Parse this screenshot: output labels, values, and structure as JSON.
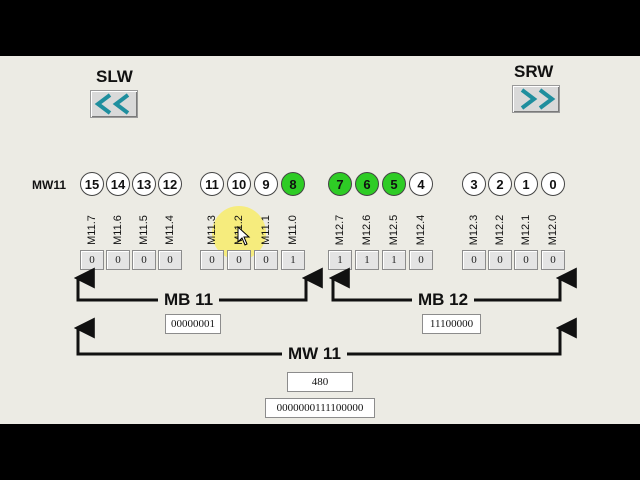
{
  "header": {
    "slw_label": "SLW",
    "srw_label": "SRW"
  },
  "row_label": "MW11",
  "colors": {
    "bit_on": "#2ecc25",
    "bit_off": "#ffffff",
    "panel": "#ecebe4",
    "arrow_icon": "#1f8e9e"
  },
  "icons": {
    "slw": "double-chevron-left-icon",
    "srw": "double-chevron-right-icon"
  },
  "bits": {
    "circles": [
      {
        "num": "15",
        "on": false
      },
      {
        "num": "14",
        "on": false
      },
      {
        "num": "13",
        "on": false
      },
      {
        "num": "12",
        "on": false
      },
      {
        "num": "11",
        "on": false
      },
      {
        "num": "10",
        "on": false
      },
      {
        "num": "9",
        "on": false
      },
      {
        "num": "8",
        "on": true
      },
      {
        "num": "7",
        "on": true
      },
      {
        "num": "6",
        "on": true
      },
      {
        "num": "5",
        "on": true
      },
      {
        "num": "4",
        "on": false
      },
      {
        "num": "3",
        "on": false
      },
      {
        "num": "2",
        "on": false
      },
      {
        "num": "1",
        "on": false
      },
      {
        "num": "0",
        "on": false
      }
    ],
    "addresses": [
      "M11.7",
      "M11.6",
      "M11.5",
      "M11.4",
      "M11.3",
      "M11.2",
      "M11.1",
      "M11.0",
      "M12.7",
      "M12.6",
      "M12.5",
      "M12.4",
      "M12.3",
      "M12.2",
      "M12.1",
      "M12.0"
    ],
    "values": [
      "0",
      "0",
      "0",
      "0",
      "0",
      "0",
      "0",
      "1",
      "1",
      "1",
      "1",
      "0",
      "0",
      "0",
      "0",
      "0"
    ]
  },
  "mb11": {
    "label": "MB 11",
    "value": "00000001"
  },
  "mb12": {
    "label": "MB 12",
    "value": "11100000"
  },
  "mw11": {
    "label": "MW 11",
    "decimal": "480",
    "binary": "0000000111100000"
  }
}
